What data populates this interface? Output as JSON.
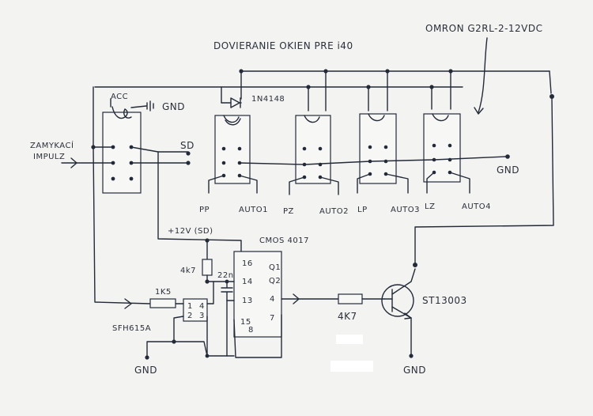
{
  "title": "DOVIERANIE OKIEN PRE i40",
  "relay_label": "OMRON G2RL-2-12VDC",
  "labels": {
    "acc": "ACC",
    "gnd_top": "GND",
    "diode": "1N4148",
    "zamykaci": "ZAMYKACÍ",
    "impulz": "IMPULZ",
    "sd": "SD",
    "gnd_right": "GND",
    "pp": "PP",
    "auto1": "AUTO1",
    "pz": "PZ",
    "auto2": "AUTO2",
    "lp": "LP",
    "auto3": "AUTO3",
    "lz": "LZ",
    "auto4": "AUTO4",
    "supply": "+12V (SD)",
    "ic": "CMOS 4017",
    "r_pull": "4k7",
    "cap": "22n",
    "r_led": "1K5",
    "optocoupler": "SFH615A",
    "r_base": "4K7",
    "transistor": "ST13003",
    "gnd_bottom_left": "GND",
    "gnd_bottom_right": "GND"
  },
  "ic_pins": {
    "p16": "16",
    "p14": "14",
    "p13": "13",
    "p15": "15",
    "p8": "8",
    "q1": "Q1",
    "q2": "Q2",
    "p4": "4",
    "p7": "7"
  },
  "opto_pins": {
    "p1": "1",
    "p4": "4",
    "p2": "2",
    "p3": "3"
  }
}
